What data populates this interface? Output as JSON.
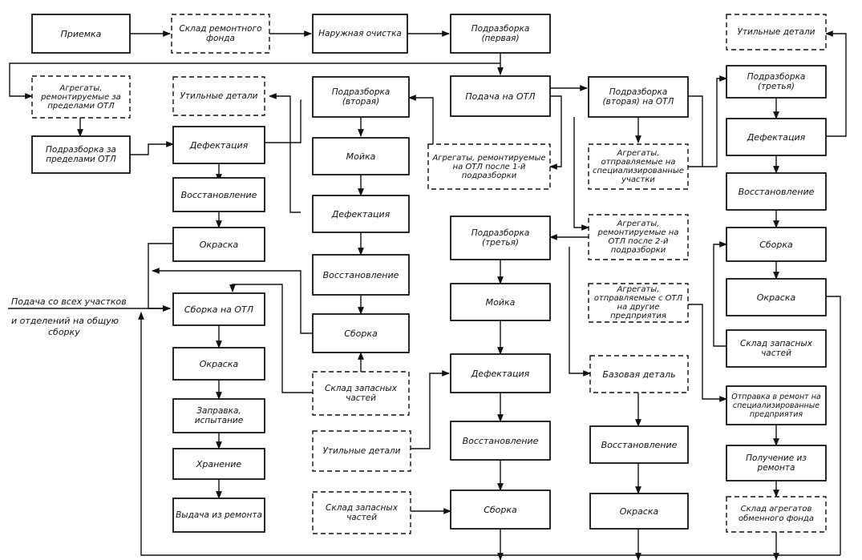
{
  "nodes": {
    "priemka": "Приемка",
    "sklad_remfond": "Склад ремонтного фонда",
    "naruzh_ochistka": "Наружная очистка",
    "podrazb_pervaya": "Подразборка (первая)",
    "util_detali_top": "Утильные детали",
    "agr_za_otl": "Агрегаты, ремонтируемые за пределами ОТЛ",
    "util_detali_2": "Утильные детали",
    "podrazb_vtoraya_c3": "Подразборка (вторая)",
    "podacha_otl": "Подача на ОТЛ",
    "podrazb_vtoraya_otl": "Подразборка (вторая) на ОТЛ",
    "podrazb_tretya_c7": "Подразборка (третья)",
    "podrazb_za_otl": "Подразборка за пределами ОТЛ",
    "defekt_c2": "Дефектация",
    "moika_c3": "Мойка",
    "agr_posle_1": "Агрегаты, ремонтируемые на ОТЛ после 1-й подразборки",
    "agr_spec_uch": "Агрегаты, отправляемые на специализированные участки",
    "defekt_c7": "Дефектация",
    "vosst_c2": "Восстановление",
    "defekt_c3": "Дефектация",
    "vosst_c7": "Восстановление",
    "podrazb_tretya_c4": "Подразборка (третья)",
    "agr_posle_2": "Агрегаты, ремонтируемые на ОТЛ после 2-й подразборки",
    "okraska_c2a": "Окраска",
    "sborka_c7": "Сборка",
    "vosst_c3": "Восстановление",
    "agr_drugie": "Агрегаты, отправляемые с ОТЛ на другие предприятия",
    "moika_c4": "Мойка",
    "okraska_c7": "Окраска",
    "sborka_otl": "Сборка на ОТЛ",
    "sborka_c3": "Сборка",
    "sklad_zap_c7": "Склад запасных частей",
    "okraska_c2b": "Окраска",
    "sklad_zap_c3": "Склад запасных частей",
    "defekt_c4": "Дефектация",
    "bazovaya": "Базовая деталь",
    "otpravka_spec": "Отправка в ремонт на специализированные предприятия",
    "zapravka": "Заправка, испытание",
    "util_detali_3": "Утильные детали",
    "vosst_c4": "Восстановление",
    "vosst_c5": "Восстановление",
    "poluchenie": "Получение из ремонта",
    "hranenie": "Хранение",
    "vydacha": "Выдача из ремонта",
    "sklad_zap_c3b": "Склад запасных частей",
    "sborka_c4": "Сборка",
    "okraska_c5": "Окраска",
    "sklad_obmen": "Склад агрегатов обменного фонда"
  },
  "labels": {
    "supply_line1": "Подача со всех участков",
    "supply_line2": "и отделений на общую",
    "supply_line3": "сборку"
  }
}
